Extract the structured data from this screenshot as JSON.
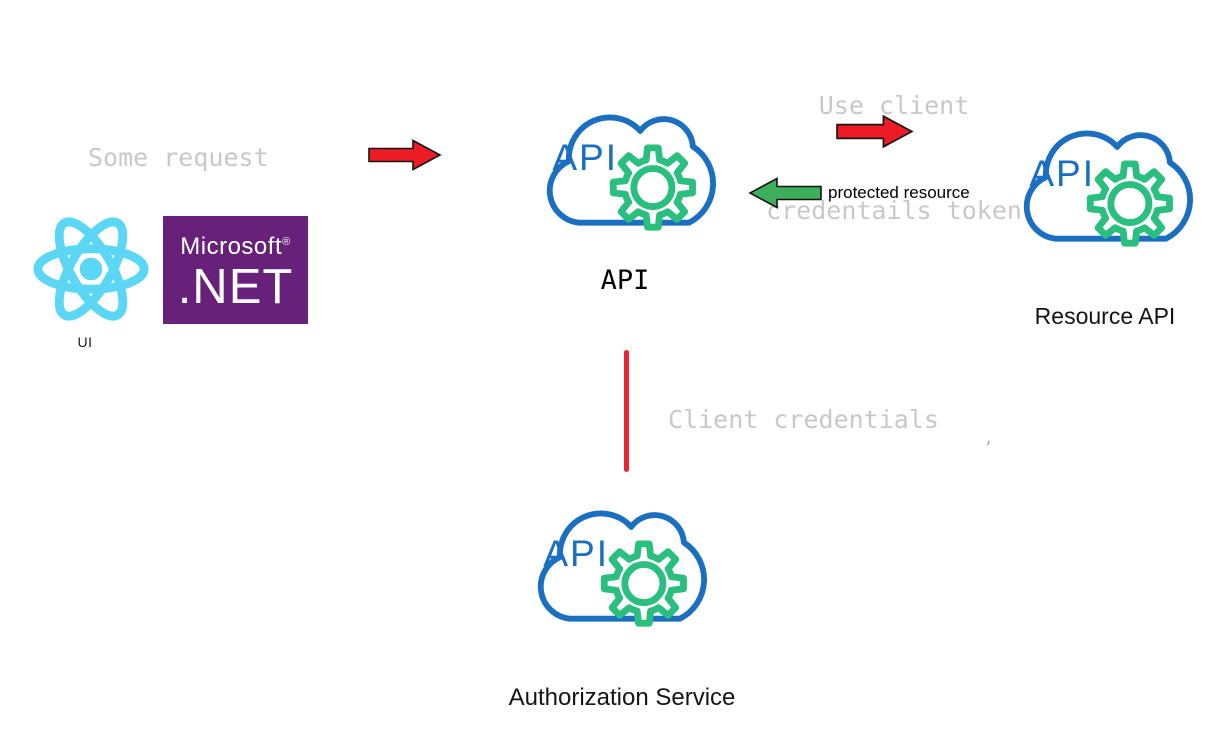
{
  "colors": {
    "cloud_blue": "#1b6fc0",
    "gear_green": "#2abf7f",
    "arrow_red": "#ed1c24",
    "arrow_green": "#3cae5c",
    "line_red": "#ea2430",
    "gray_text": "#c8c8c8",
    "react_cyan": "#5bd6f4",
    "dotnet_purple": "#68217a"
  },
  "nodes": {
    "ui": {
      "label": "UI"
    },
    "dotnet": {
      "brand": "Microsoft",
      "trademark": "®",
      "product": ".NET"
    },
    "api": {
      "icon_text": "API",
      "label": "API"
    },
    "resource_api": {
      "icon_text": "API",
      "label": "Resource API"
    },
    "auth_service": {
      "icon_text": "API",
      "label": "Authorization Service"
    }
  },
  "annotations": {
    "some_request": "Some request",
    "use_client_token_line1": "Use client",
    "use_client_token_line2": "credentails token",
    "protected_resource": "protected resource",
    "client_credentials": "Client credentials",
    "stray_mark": "’"
  }
}
